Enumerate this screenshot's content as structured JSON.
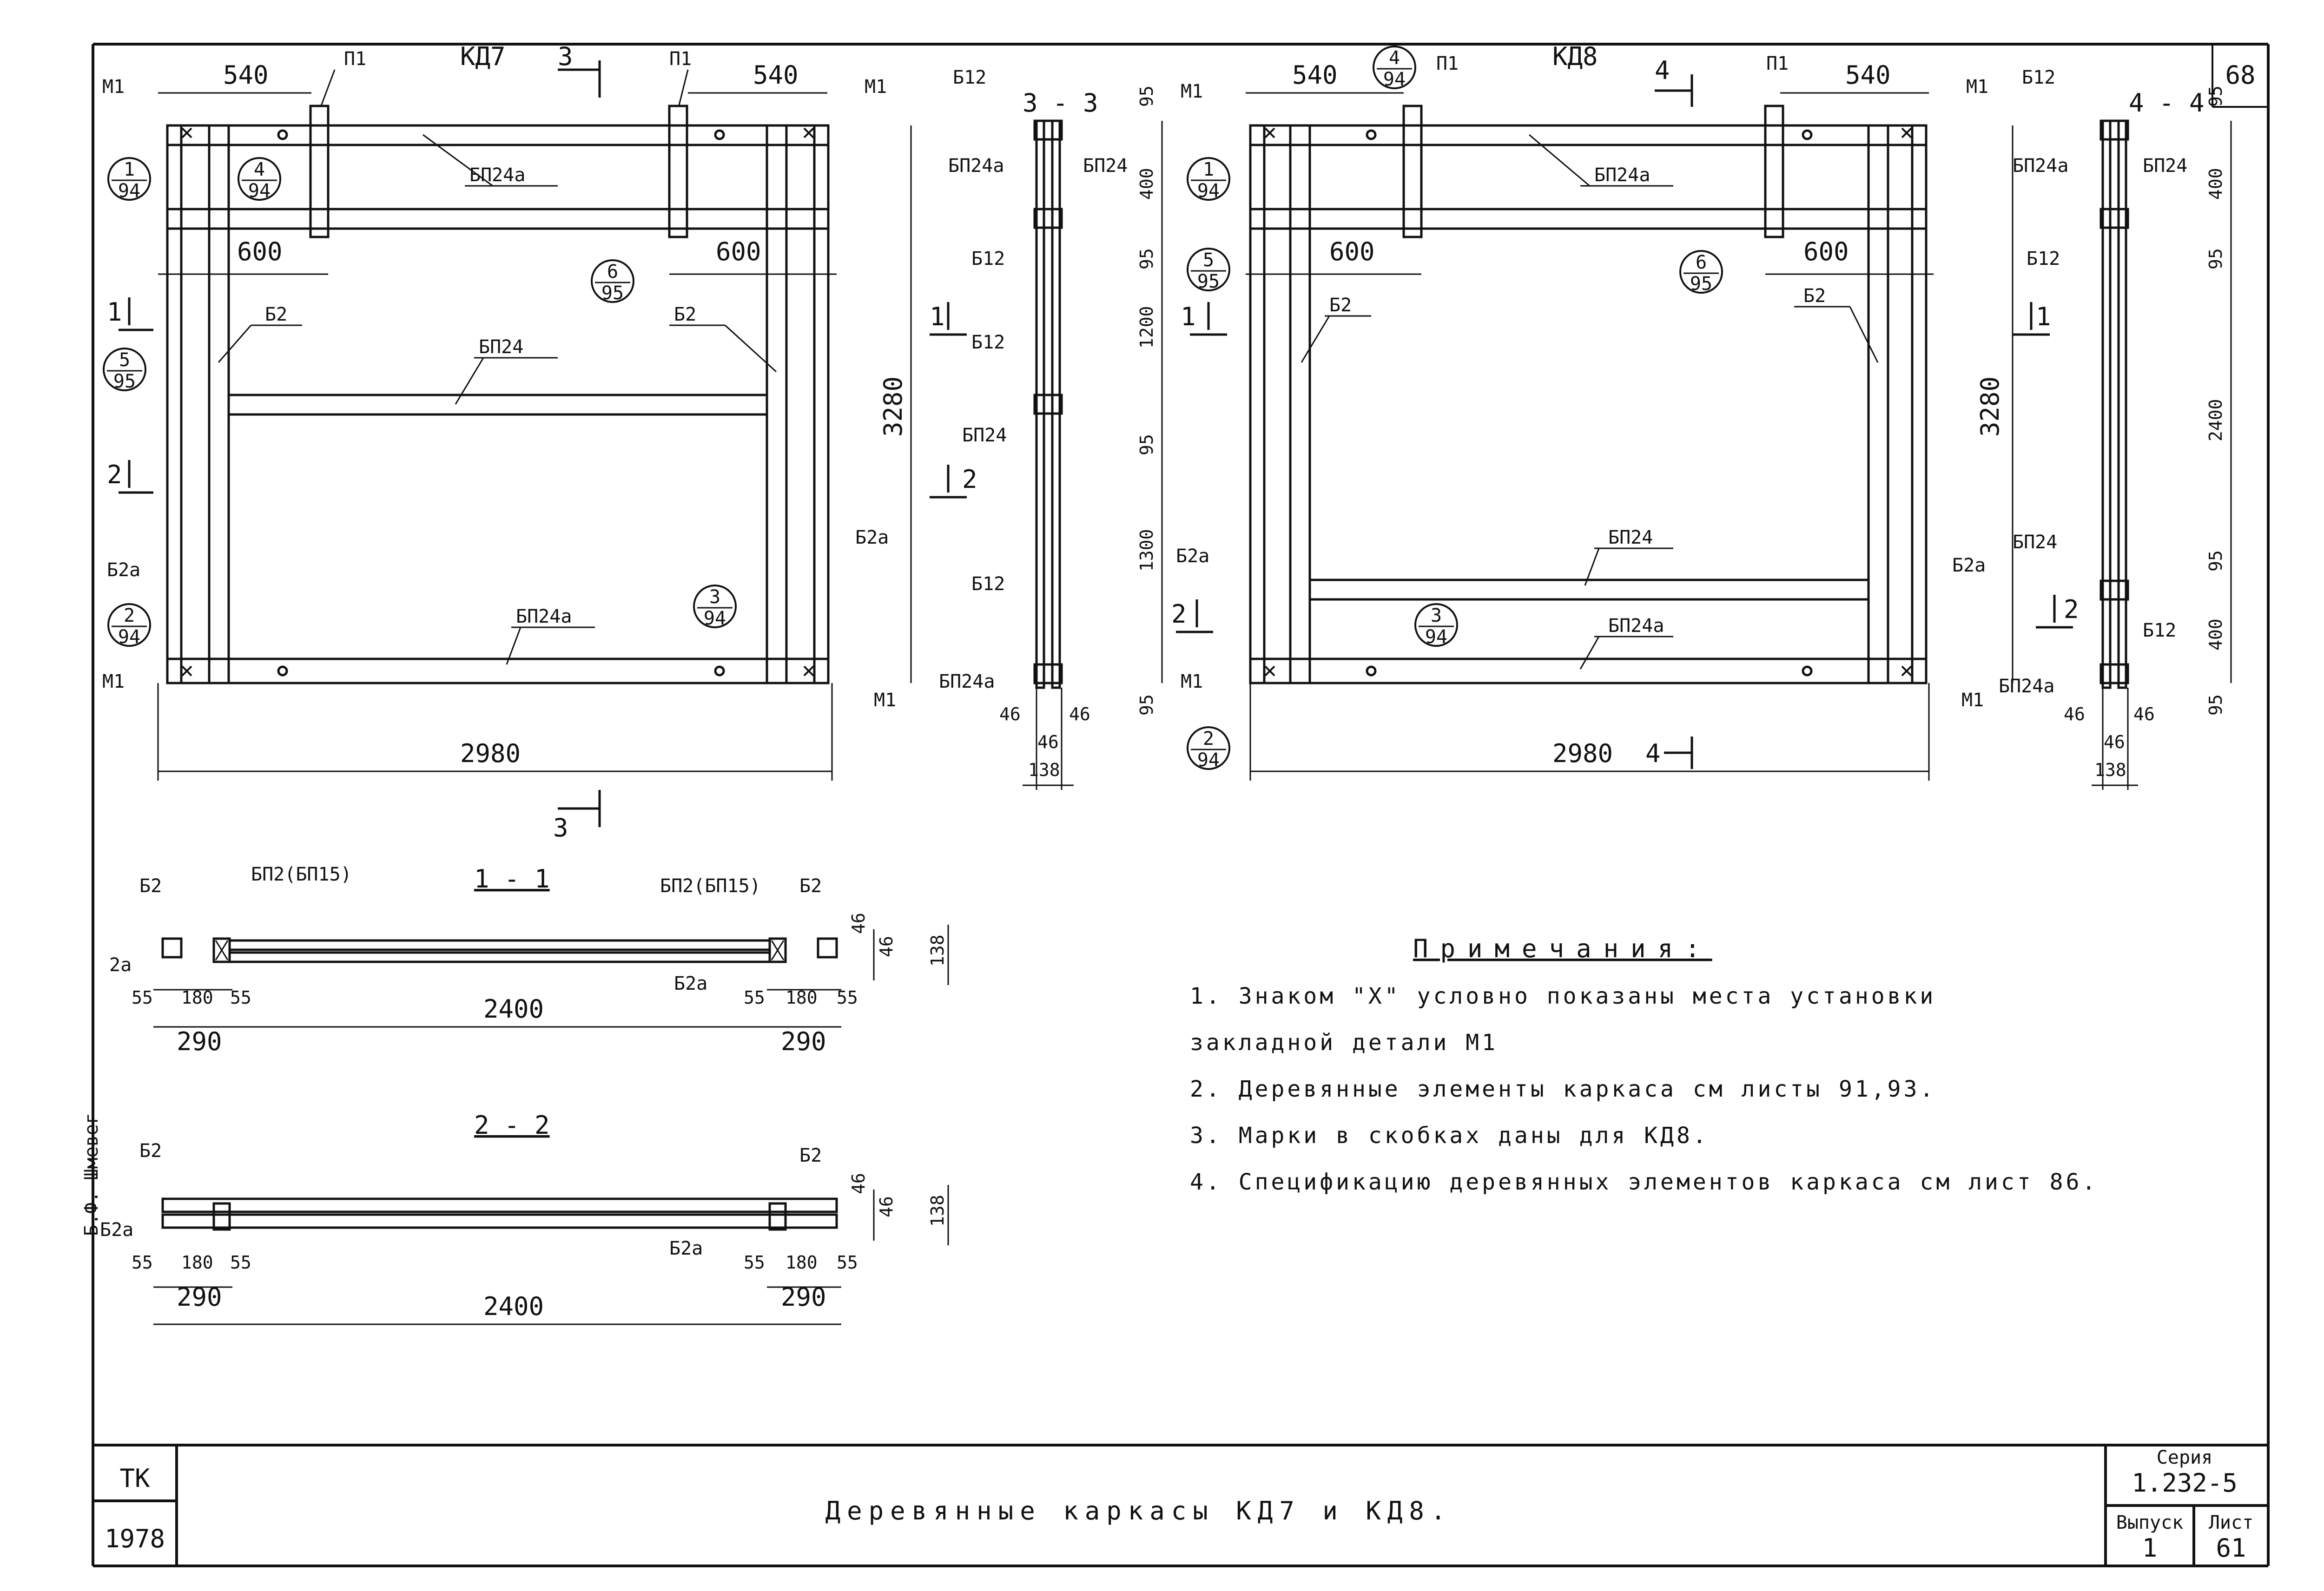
{
  "sheet_no_corner": "68",
  "frames": {
    "kd7": {
      "title": "КД7",
      "labels": {
        "m1": "М1",
        "p1": "П1",
        "bp24a": "БП24а",
        "bp24": "БП24",
        "b2": "Б2",
        "b2a": "Б2а"
      },
      "dims": {
        "d540": "540",
        "d600": "600",
        "height": "3280",
        "width": "2980"
      },
      "callouts": {
        "c1": {
          "num": "1",
          "sheet": "94"
        },
        "c4": {
          "num": "4",
          "sheet": "94"
        },
        "c6": {
          "num": "6",
          "sheet": "95"
        },
        "c5": {
          "num": "5",
          "sheet": "95"
        },
        "c2": {
          "num": "2",
          "sheet": "94"
        },
        "c3": {
          "num": "3",
          "sheet": "94"
        }
      },
      "section_marks": {
        "s1": "1",
        "s2": "2",
        "s3": "3"
      }
    },
    "kd8": {
      "title": "КД8",
      "section_marks": {
        "s1": "1",
        "s2": "2",
        "s4": "4"
      }
    }
  },
  "sections": {
    "s33": {
      "title": "3 - 3",
      "labels": {
        "b12": "Б12",
        "bp24a": "БП24а",
        "bp24": "БП24"
      },
      "dims": [
        "95",
        "400",
        "95",
        "1200",
        "95",
        "1300",
        "95"
      ],
      "bottom_dims": {
        "d46a": "46",
        "d46b": "46",
        "d46c": "46",
        "d138": "138"
      }
    },
    "s44": {
      "title": "4 - 4",
      "dims": [
        "95",
        "400",
        "95",
        "2400",
        "95",
        "400",
        "95"
      ]
    },
    "s11": {
      "title": "1 - 1",
      "labels": {
        "b2": "Б2",
        "b2a": "2а",
        "bp2": "БП2(БП15)",
        "b2a_bottom": "Б2а"
      },
      "dims": {
        "d55": "55",
        "d180": "180",
        "d290": "290",
        "d2400": "2400",
        "d46": "46",
        "d138": "138"
      }
    },
    "s22": {
      "title": "2 - 2",
      "labels": {
        "b2": "Б2",
        "b2a": "Б2а"
      }
    }
  },
  "notes": {
    "heading": "Примечания:",
    "items": [
      "1. Знаком \"Х\" условно показаны места установки",
      "закладной детали М1",
      "2. Деревянные элементы каркаса см листы 91,93.",
      "3. Марки в скобках даны для КД8.",
      "4. Спецификацию деревянных элементов каркаса см лист 86."
    ]
  },
  "side_stamp": "Б.Ф. Шмевег",
  "title_block": {
    "org": "ТК",
    "year": "1978",
    "title": "Деревянные каркасы КД7 и КД8.",
    "series_label": "Серия",
    "series": "1.232-5",
    "issue_label": "Выпуск",
    "issue": "1",
    "sheet_label": "Лист",
    "sheet": "61"
  }
}
